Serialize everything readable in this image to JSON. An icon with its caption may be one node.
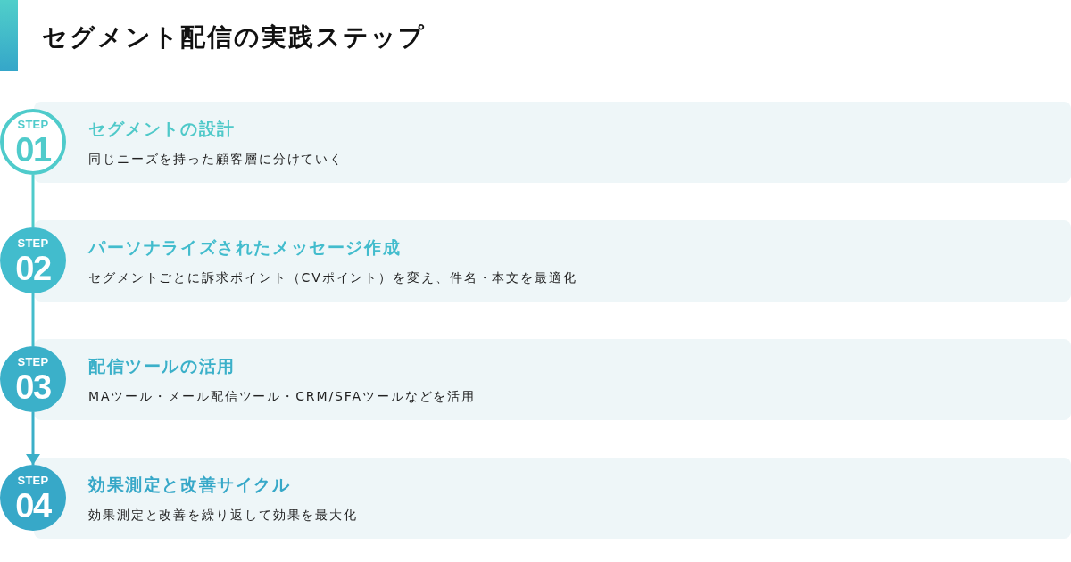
{
  "diagram": {
    "title": "セグメント配信の実践ステップ",
    "nodes": [
      {
        "text": [
          "STEP",
          "01"
        ]
      },
      {
        "text": [
          "セグメントの設計",
          "同じニーズを持った顧客層に分けていく"
        ]
      },
      {
        "text": [
          "STEP",
          "02"
        ]
      },
      {
        "text": [
          "パーソナライズされたメッセージ作成",
          "セグメントごとに訴求ポイント（CVポイント）を変え、件名・本文を最適化"
        ]
      },
      {
        "text": [
          "STEP",
          "03"
        ]
      },
      {
        "text": [
          "配信ツールの活用",
          "MAツール・メール配信ツール・CRM/SFAツールなどを活用"
        ]
      },
      {
        "text": [
          "STEP",
          "04"
        ]
      },
      {
        "text": [
          "効果測定と改善サイクル",
          "効果測定と改善を繰り返して効果を最大化"
        ]
      }
    ],
    "edges": [
      {
        "from": 0,
        "to": 2,
        "arrow": "none",
        "color": "#4fcbcb"
      },
      {
        "from": 2,
        "to": 4,
        "arrow": "none",
        "color": "#44bdcc"
      },
      {
        "from": 4,
        "to": 6,
        "arrow": "to",
        "color": "#3bafc8"
      }
    ]
  }
}
